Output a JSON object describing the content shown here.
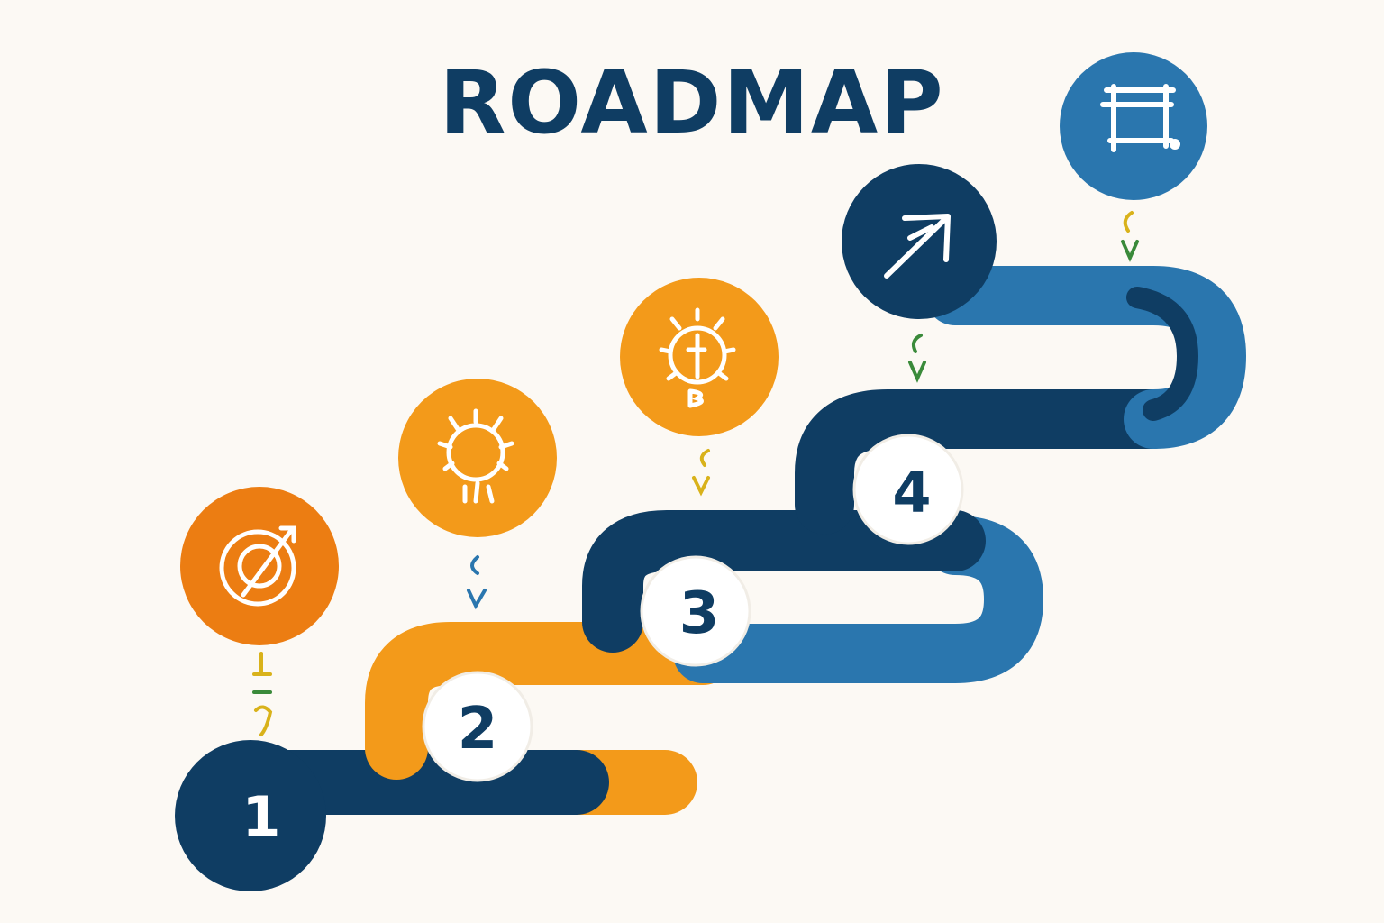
{
  "title": "ROADMAP",
  "colors": {
    "background": "#fcf9f4",
    "navy": "#0f3d63",
    "blue": "#2a76ae",
    "orange": "#f39a1a",
    "dark_orange": "#ec7d12",
    "title": "#0f3d63",
    "marker_green": "#3a8a3a",
    "marker_yellow": "#d9b21a",
    "marker_blue": "#2a76ae",
    "white": "#ffffff"
  },
  "steps": [
    {
      "number": "1",
      "icon": "target-icon"
    },
    {
      "number": "2",
      "icon": "sun-icon"
    },
    {
      "number": "3",
      "icon": "lightbulb-icon"
    },
    {
      "number": "4",
      "icon": "arrow-up-right-icon"
    }
  ],
  "final_icon": "frame-icon"
}
